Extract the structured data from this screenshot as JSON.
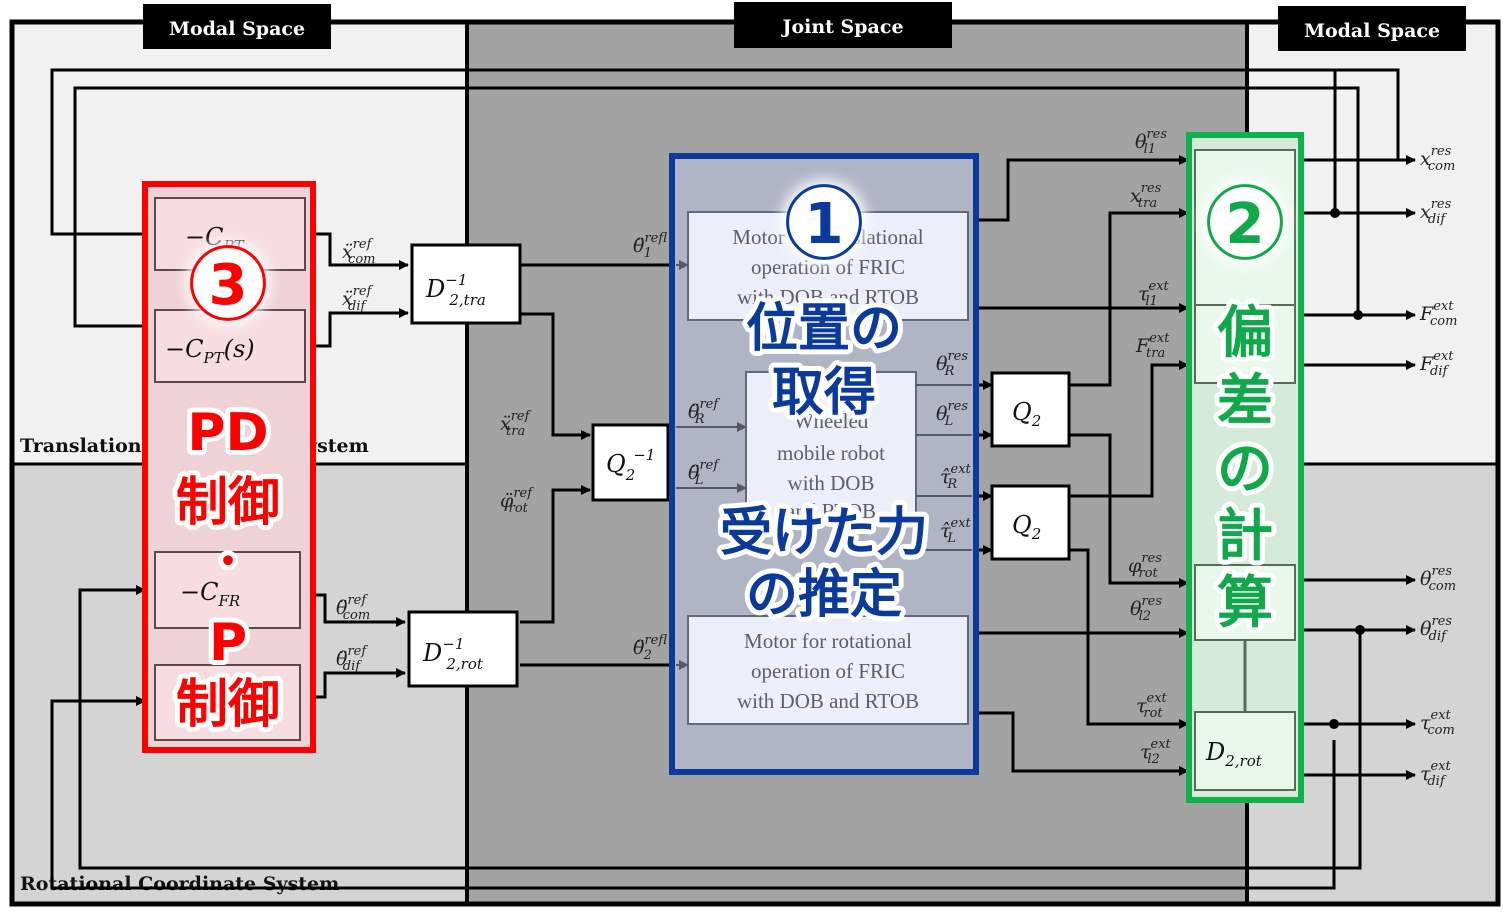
{
  "headers": {
    "modal_left": "Modal Space",
    "joint": "Joint Space",
    "modal_right": "Modal Space"
  },
  "systems": {
    "translational": "Translational Coordinate System",
    "rotational": "Rotational Coordinate System"
  },
  "blocks": {
    "c_pt_top": "−C",
    "c_pt_top_sub": "PT",
    "c_pt_bottom": "−C",
    "c_pt_bottom_sub": "PT",
    "c_pt_bottom_arg": "(s)",
    "c_fr_top": "−C",
    "c_fr_top_sub": "FR",
    "d2_tra_inv": "D",
    "d2_tra_inv_sup": "−1",
    "d2_tra_inv_sub": "2,tra",
    "d2_rot_inv": "D",
    "d2_rot_inv_sup": "−1",
    "d2_rot_inv_sub": "2,rot",
    "q2_inv": "Q",
    "q2_inv_sub": "2",
    "q2_inv_sup": "−1",
    "q2_a": "Q",
    "q2_a_sub": "2",
    "q2_b": "Q",
    "q2_b_sub": "2",
    "d2_rot": "D",
    "d2_rot_sub": "2,rot",
    "motor_trans": [
      "Motor for translational",
      "operation of FRIC",
      "with DOB and RTOB"
    ],
    "robot": [
      "Wheeled",
      "mobile robot",
      "with DOB",
      "and RTOB"
    ],
    "motor_rot": [
      "Motor for rotational",
      "operation of FRIC",
      "with DOB and RTOB"
    ]
  },
  "signals": {
    "x_com_ref": {
      "main": "ẍ",
      "sup": "ref",
      "sub": "com"
    },
    "x_dif_ref": {
      "main": "ẍ",
      "sup": "ref",
      "sub": "dif"
    },
    "th_com_ref": {
      "main": "θ̈",
      "sup": "ref",
      "sub": "com"
    },
    "th_dif_ref": {
      "main": "θ̈",
      "sup": "ref",
      "sub": "dif"
    },
    "x_tra_ref": {
      "main": "ẍ",
      "sup": "ref",
      "sub": "tra"
    },
    "phi_rot_ref": {
      "main": "φ̈",
      "sup": "ref",
      "sub": "rot"
    },
    "th_l1_ref": {
      "main": "θ̈",
      "sup": "ref",
      "sub": "l1"
    },
    "th_l2_ref": {
      "main": "θ̈",
      "sup": "ref",
      "sub": "l2"
    },
    "th_R_ref_in": {
      "main": "θ̈",
      "sup": "ref",
      "sub": "R"
    },
    "th_L_ref_in": {
      "main": "θ̈",
      "sup": "ref",
      "sub": "L"
    },
    "th_R_res": {
      "main": "θ",
      "sup": "res",
      "sub": "R"
    },
    "th_L_res": {
      "main": "θ",
      "sup": "res",
      "sub": "L"
    },
    "tau_R_ext": {
      "main": "τ̂",
      "sup": "ext",
      "sub": "R"
    },
    "tau_L_ext": {
      "main": "τ̂",
      "sup": "ext",
      "sub": "L"
    },
    "th_l1_res": {
      "main": "θ",
      "sup": "res",
      "sub": "l1"
    },
    "x_tra_res": {
      "main": "x",
      "sup": "res",
      "sub": "tra"
    },
    "tau_l1_ext": {
      "main": "τ",
      "sup": "ext",
      "sub": "l1"
    },
    "F_tra_ext": {
      "main": "F",
      "sup": "ext",
      "sub": "tra"
    },
    "phi_rot_res": {
      "main": "φ",
      "sup": "res",
      "sub": "rot"
    },
    "th_l2_res": {
      "main": "θ",
      "sup": "res",
      "sub": "l2"
    },
    "tau_rot_ext": {
      "main": "τ",
      "sup": "ext",
      "sub": "rot"
    },
    "tau_l2_ext": {
      "main": "τ",
      "sup": "ext",
      "sub": "l2"
    },
    "x_com_res": {
      "main": "x",
      "sup": "res",
      "sub": "com"
    },
    "x_dif_res": {
      "main": "x",
      "sup": "res",
      "sub": "dif"
    },
    "F_com_ext": {
      "main": "F",
      "sup": "ext",
      "sub": "com"
    },
    "F_dif_ext": {
      "main": "F",
      "sup": "ext",
      "sub": "dif"
    },
    "th_com_res": {
      "main": "θ",
      "sup": "res",
      "sub": "com"
    },
    "th_dif_res": {
      "main": "θ",
      "sup": "res",
      "sub": "dif"
    },
    "tau_com_ext": {
      "main": "τ",
      "sup": "ext",
      "sub": "com"
    },
    "tau_dif_ext": {
      "main": "τ",
      "sup": "ext",
      "sub": "dif"
    }
  },
  "annotations": {
    "a1": {
      "number": "①",
      "lines": [
        "位置の",
        "取得",
        "受けた力",
        "の推定"
      ],
      "color": "#0a3a9a"
    },
    "a2": {
      "number": "②",
      "lines": [
        "偏",
        "差",
        "の",
        "計",
        "算"
      ],
      "color": "#10a84a"
    },
    "a3": {
      "number": "③",
      "lines": [
        "PD",
        "制御",
        "・",
        "P",
        "制御"
      ],
      "color": "#ff0000"
    }
  },
  "colors": {
    "modal_bg": "#f1f1f1",
    "rot_bg": "#d4d4d4",
    "joint_bg": "#a3a3a3",
    "annotation_red": "#ff0000",
    "annotation_blue": "#0a3a9a",
    "annotation_green": "#10b04a"
  }
}
